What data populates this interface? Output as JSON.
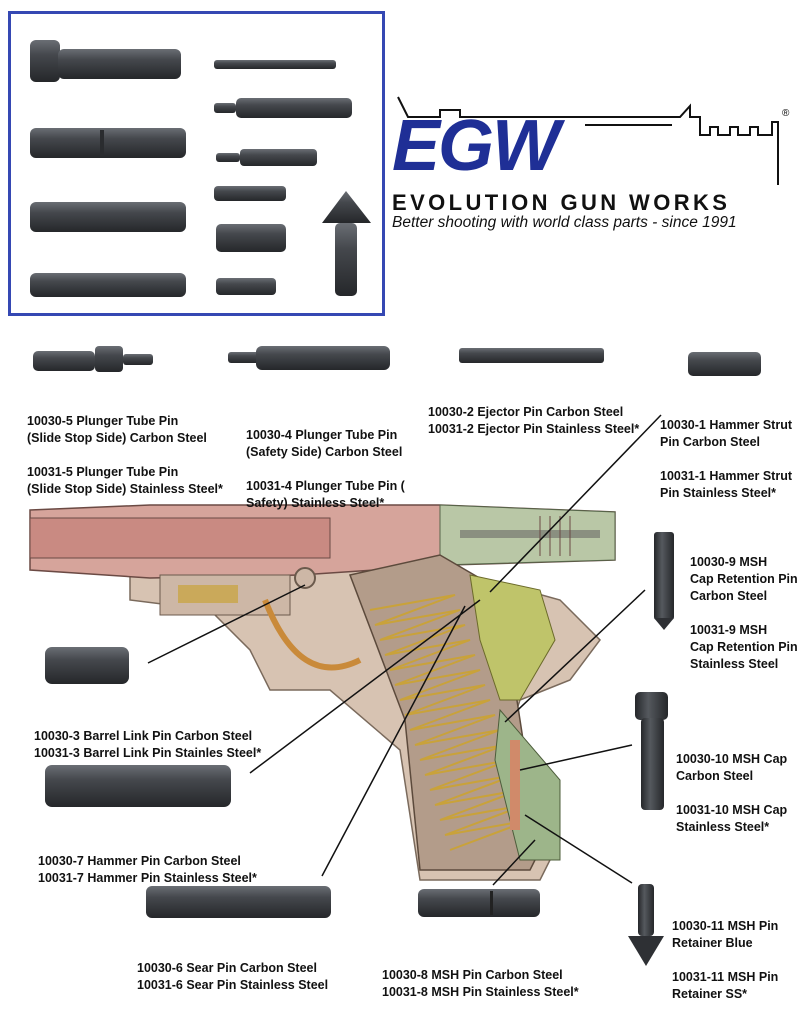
{
  "brand": {
    "logo_text": "EGW",
    "name": "EVOLUTION GUN WORKS",
    "tagline": "Better shooting with world class parts - since 1991",
    "registered_mark": "®",
    "logo_color": "#1f2f96",
    "box_border_color": "#3548b3"
  },
  "parts": {
    "plunger_slide": [
      "10030-5 Plunger Tube Pin",
      "(Slide Stop Side) Carbon Steel",
      "",
      "10031-5 Plunger Tube Pin",
      "(Slide Stop Side) Stainless Steel*"
    ],
    "plunger_safety": [
      "10030-4 Plunger Tube Pin",
      "(Safety Side) Carbon Steel",
      "",
      "10031-4 Plunger Tube Pin (",
      "Safety) Stainless Steel*"
    ],
    "ejector": [
      "10030-2 Ejector Pin Carbon Steel",
      "10031-2 Ejector Pin Stainless Steel*"
    ],
    "hammer_strut": [
      "10030-1 Hammer Strut",
      "Pin Carbon Steel",
      "",
      "10031-1 Hammer Strut",
      "Pin Stainless Steel*"
    ],
    "msh_cap_retention": [
      "10030-9 MSH",
      "Cap Retention Pin",
      "Carbon Steel",
      "",
      "10031-9 MSH",
      "Cap Retention Pin",
      "Stainless Steel"
    ],
    "barrel_link": [
      "10030-3 Barrel Link Pin Carbon Steel",
      "10031-3 Barrel Link Pin Stainles Steel*"
    ],
    "msh_cap": [
      "10030-10 MSH Cap",
      "Carbon Steel",
      "",
      "10031-10 MSH Cap",
      "Stainless Steel*"
    ],
    "hammer": [
      "10030-7 Hammer Pin Carbon Steel",
      "10031-7 Hammer Pin Stainless Steel*"
    ],
    "sear": [
      "10030-6 Sear Pin Carbon Steel",
      "10031-6 Sear Pin Stainless Steel"
    ],
    "msh_pin": [
      "10030-8 MSH Pin Carbon Steel",
      "10031-8 MSH Pin Stainless Steel*"
    ],
    "msh_pin_retainer": [
      "10030-11 MSH Pin",
      "Retainer Blue",
      "",
      "10031-11 MSH Pin",
      "Retainer SS*"
    ]
  },
  "colors": {
    "pin": "#3c3f44",
    "pin_highlight": "#6a6e74",
    "frame": "#c9a58e",
    "slide": "#c98a82",
    "grip": "#b39c8a",
    "spring": "#c9a23a",
    "green": "#9db58a"
  }
}
